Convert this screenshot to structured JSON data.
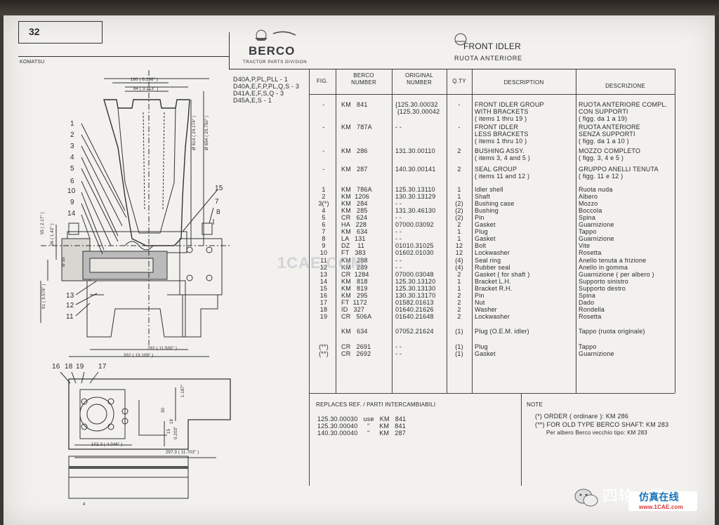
{
  "page_number": "32",
  "brand_sub": "KOMATSU",
  "logo": {
    "name": "BERCO",
    "tagline": "TRACTOR PARTS DIVISION"
  },
  "title": {
    "en": "FRONT IDLER",
    "it": "RUOTA ANTERIORE"
  },
  "models": [
    "D40A,P,PL,PLL - 1",
    "D40A,E,F,P,PL,Q,S - 3",
    "D41A,E,F,S,Q - 3",
    "D45A,E,S - 1"
  ],
  "headers": {
    "fig": "FIG.",
    "berco": "BERCO NUMBER",
    "original": "ORIGINAL NUMBER",
    "qty": "Q.TY",
    "desc": "DESCRIPTION",
    "descr_it": "DESCRIZIONE"
  },
  "groups": [
    {
      "fig": "-",
      "berco": "KM   841",
      "original": "{125.30.00032\n {125.30.00042",
      "qty": "-",
      "desc": "FRONT IDLER GROUP\nWITH BRACKETS\n( items 1 thru 19 )",
      "it": "RUOTA ANTERIORE COMPL.\nCON SUPPORTI\n( figg. da 1 a 19)"
    },
    {
      "fig": "-",
      "berco": "KM   787A",
      "original": "- -",
      "qty": "-",
      "desc": "FRONT IDLER\nLESS BRACKETS\n( items 1 thru 10 )",
      "it": "RUOTA ANTERIORE\nSENZA SUPPORTI\n( figg. da 1 a 10 )"
    },
    {
      "fig": "-",
      "berco": "KM   286",
      "original": "131.30.00110",
      "qty": "2",
      "desc": "BUSHING ASSY.\n( items 3, 4 and 5 )",
      "it": "MOZZO COMPLETO\n( figg. 3, 4 e 5 )"
    },
    {
      "fig": "-",
      "berco": "KM   287",
      "original": "140.30.00141",
      "qty": "2",
      "desc": "SEAL GROUP\n( items 11 and 12 )",
      "it": "GRUPPO ANELLI TENUTA\n( figg. 11 e 12 )"
    }
  ],
  "parts": [
    {
      "fig": "1",
      "berco": "KM   786A",
      "original": "125.30.13110",
      "qty": "1",
      "desc": "Idler shell",
      "it": "Ruota nuda"
    },
    {
      "fig": "2",
      "berco": "KM  1206",
      "original": "130.30.13129",
      "qty": "1",
      "desc": "Shaft",
      "it": "Albero"
    },
    {
      "fig": "3(*)",
      "berco": "KM   284",
      "original": "- -",
      "qty": "(2)",
      "desc": "Bushing case",
      "it": "Mozzo"
    },
    {
      "fig": "4",
      "berco": "KM   285",
      "original": "131.30.46130",
      "qty": "(2)",
      "desc": "Bushing",
      "it": "Boccola"
    },
    {
      "fig": "5",
      "berco": "CR   624",
      "original": "- -",
      "qty": "(2)",
      "desc": "Pin",
      "it": "Spina"
    },
    {
      "fig": "6",
      "berco": "HA   228",
      "original": "07000.03092",
      "qty": "2",
      "desc": "Gasket",
      "it": "Guarnizione"
    },
    {
      "fig": "7",
      "berco": "KM   634",
      "original": "- -",
      "qty": "1",
      "desc": "Plug",
      "it": "Tappo"
    },
    {
      "fig": "8",
      "berco": "LA   131",
      "original": "- -",
      "qty": "1",
      "desc": "Gasket",
      "it": "Guarnizione"
    },
    {
      "fig": "9",
      "berco": "DZ    11",
      "original": "01010.31025",
      "qty": "12",
      "desc": "Bolt",
      "it": "Vite"
    },
    {
      "fig": "10",
      "berco": "FT   383",
      "original": "01602.01030",
      "qty": "12",
      "desc": "Lockwasher",
      "it": "Rosetta"
    },
    {
      "fig": "11",
      "berco": "KM   288",
      "original": "- -",
      "qty": "(4)",
      "desc": "Seal ring",
      "it": "Anello tenuta a frizione"
    },
    {
      "fig": "12",
      "berco": "KM   289",
      "original": "- -",
      "qty": "(4)",
      "desc": "Rubber seal",
      "it": "Anello in gomma"
    },
    {
      "fig": "13",
      "berco": "CR  1284",
      "original": "07000.03048",
      "qty": "2",
      "desc": "Gasket ( for shaft )",
      "it": "Guarnizione ( per albero )"
    },
    {
      "fig": "14",
      "berco": "KM   818",
      "original": "125.30.13120",
      "qty": "1",
      "desc": "Bracket L.H.",
      "it": "Supporto sinistro"
    },
    {
      "fig": "15",
      "berco": "KM   819",
      "original": "125.30.13130",
      "qty": "1",
      "desc": "Bracket R.H.",
      "it": "Supporto destro"
    },
    {
      "fig": "16",
      "berco": "KM   295",
      "original": "130.30.13170",
      "qty": "2",
      "desc": "Pin",
      "it": "Spina"
    },
    {
      "fig": "17",
      "berco": "FT  1172",
      "original": "01582.01613",
      "qty": "2",
      "desc": "Nut",
      "it": "Dado"
    },
    {
      "fig": "18",
      "berco": "ID   327",
      "original": "01640.21626",
      "qty": "2",
      "desc": "Washer",
      "it": "Rondella"
    },
    {
      "fig": "19",
      "berco": "CR   506A",
      "original": "01640.21648",
      "qty": "2",
      "desc": "Lockwasher",
      "it": "Rosetta"
    }
  ],
  "extra": [
    {
      "fig": "",
      "berco": "KM   634",
      "original": "07052.21624",
      "qty": "(1)",
      "desc": "Plug (O.E.M. idler)",
      "it": "Tappo (ruota originale)"
    },
    {
      "fig": "(**)",
      "berco": "CR   2691",
      "original": "- -",
      "qty": "(1)",
      "desc": "Plug",
      "it": "Tappo"
    },
    {
      "fig": "(**)",
      "berco": "CR   2692",
      "original": "- -",
      "qty": "(1)",
      "desc": "Gasket",
      "it": "Guarnizione"
    }
  ],
  "replaces": {
    "title": "REPLACES REF. / PARTI INTERCAMBIABILI",
    "rows": [
      "125.30.00030   use   KM   841",
      "125.30.00040     ''     KM   841",
      "140.30.00040     ''     KM   287"
    ]
  },
  "note": {
    "title": "NOTE",
    "lines": [
      "(*)  ORDER ( ordinare ): KM 286",
      "(**)  FOR OLD TYPE BERCO SHAFT: KM 283",
      "Per albero Berco vecchio tipo: KM 283"
    ]
  },
  "drawing": {
    "callouts_left": [
      "1",
      "2",
      "3",
      "4",
      "5",
      "6",
      "10",
      "9",
      "14",
      "13",
      "12",
      "11"
    ],
    "callouts_right": [
      "15",
      "7",
      "8"
    ],
    "callouts_bottom": [
      "16",
      "18",
      "19",
      "17"
    ],
    "dims": [
      "160  ( 6.296\" )",
      "84  ( 3.313\" )",
      "292  ( 11.500\" )",
      "332  ( 13.109\" )",
      "102.3  ( 4.046\" )",
      "297.3  ( 11.703\" )",
      "Ø 614  ( 24.174\" )",
      "Ø 654  ( 25.750\" )",
      "55  ( 2.17\" )",
      "36  ( 1.42\" )",
      "Ø 55",
      "91  ( 3.578\" )",
      "30",
      "18",
      "15",
      "1.187\"",
      "0.203\"",
      "4"
    ]
  },
  "watermark": "1CAE.COM",
  "footer": {
    "wechat": "四轮一带",
    "site_cn": "仿真在线",
    "site": "www.1CAE.com"
  }
}
